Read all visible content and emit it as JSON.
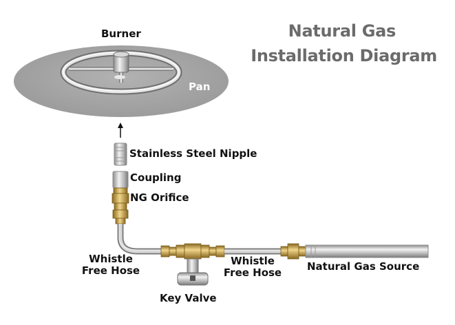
{
  "title": {
    "line1": "Natural Gas",
    "line2": "Installation Diagram"
  },
  "labels": {
    "burner": "Burner",
    "pan": "Pan",
    "nipple": "Stainless Steel Nipple",
    "coupling": "Coupling",
    "orifice": "NG Orifice",
    "hose_left_line1": "Whistle",
    "hose_left_line2": "Free Hose",
    "hose_right_line1": "Whistle",
    "hose_right_line2": "Free Hose",
    "key_valve": "Key Valve",
    "gas_source": "Natural Gas Source"
  },
  "colors": {
    "pan": "#a3a3a3",
    "steel": "#c8c8c8",
    "brass": "#c9a24a",
    "title": "#6b6b6b"
  }
}
